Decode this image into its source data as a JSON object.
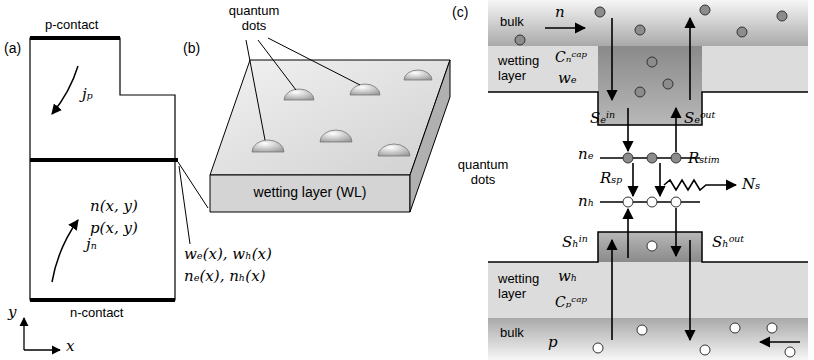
{
  "diagram": {
    "nodes": [
      {
        "text": [
          "wetting layer (WL)"
        ]
      },
      {
        "text": [
          "bulk",
          "n"
        ]
      },
      {
        "text": [
          "wetting layer",
          "Cₙᶜᵃᵖ",
          "wₑ"
        ]
      },
      {
        "text": [
          "wetting layer",
          "wₕ",
          "Cₚᶜᵃᵖ"
        ]
      },
      {
        "text": [
          "bulk",
          "p"
        ]
      }
    ],
    "labels": [
      "(a)",
      "p-contact",
      "jₚ",
      "jₙ",
      "n(x, y)",
      "p(x, y)",
      "n-contact",
      "y",
      "x",
      "wₑ(x), wₕ(x)",
      "nₑ(x), nₕ(x)",
      "(b)",
      "quantum dots",
      "(c)",
      "Sₑⁱⁿ",
      "Sₑᵒᵘᵗ",
      "quantum dots",
      "nₑ",
      "Rₛₚ",
      "Rₛₜᵢₘ",
      "Nₛ",
      "nₕ",
      "Sₕⁱⁿ",
      "Sₕᵒᵘᵗ"
    ]
  }
}
